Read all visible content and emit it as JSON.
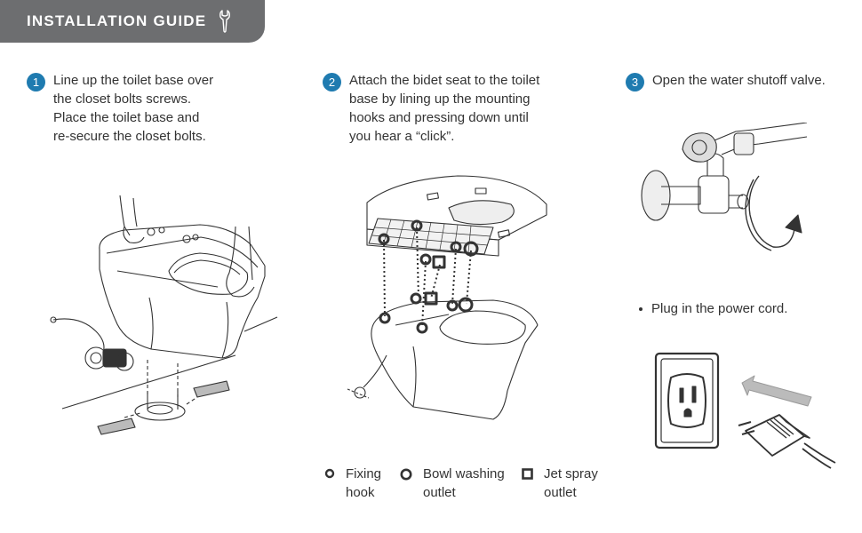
{
  "header": {
    "title": "INSTALLATION GUIDE",
    "icon": "wrench-icon",
    "bg_color": "#6d6e70"
  },
  "accent_color": "#1f7bb0",
  "steps": [
    {
      "number": "1",
      "lines": [
        "Line up the toilet base over",
        "the closet bolts screws.",
        "Place the toilet base and",
        "re-secure the closet bolts."
      ]
    },
    {
      "number": "2",
      "lines": [
        "Attach the bidet seat to the toilet",
        "base by lining up the mounting",
        "hooks and pressing down until",
        "you hear a “click”."
      ]
    },
    {
      "number": "3",
      "lines": [
        "Open the water shutoff valve."
      ]
    }
  ],
  "bullet": {
    "text": "Plug in the power cord."
  },
  "legend": [
    {
      "icon": "fixing-hook-icon",
      "lines": [
        "Fixing",
        "hook"
      ]
    },
    {
      "icon": "bowl-washing-outlet-icon",
      "lines": [
        "Bowl washing",
        "outlet"
      ]
    },
    {
      "icon": "jet-spray-outlet-icon",
      "lines": [
        "Jet spray",
        "outlet"
      ]
    }
  ]
}
